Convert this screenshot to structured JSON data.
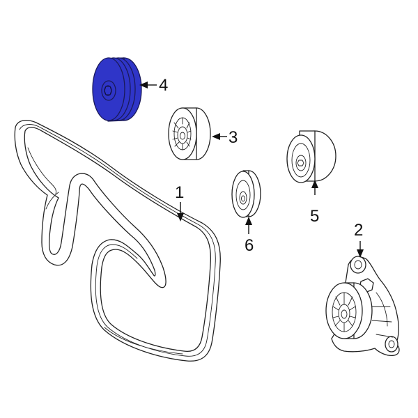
{
  "highlight_color": "#2f35c8",
  "callouts": [
    {
      "id": "1",
      "label": "1",
      "part": "belt"
    },
    {
      "id": "2",
      "label": "2",
      "part": "belt-tensioner"
    },
    {
      "id": "3",
      "label": "3",
      "part": "idler-pulley-flat"
    },
    {
      "id": "4",
      "label": "4",
      "part": "grooved-pulley-highlighted"
    },
    {
      "id": "5",
      "label": "5",
      "part": "idler-pulley-smooth"
    },
    {
      "id": "6",
      "label": "6",
      "part": "idler-pulley-small"
    }
  ]
}
